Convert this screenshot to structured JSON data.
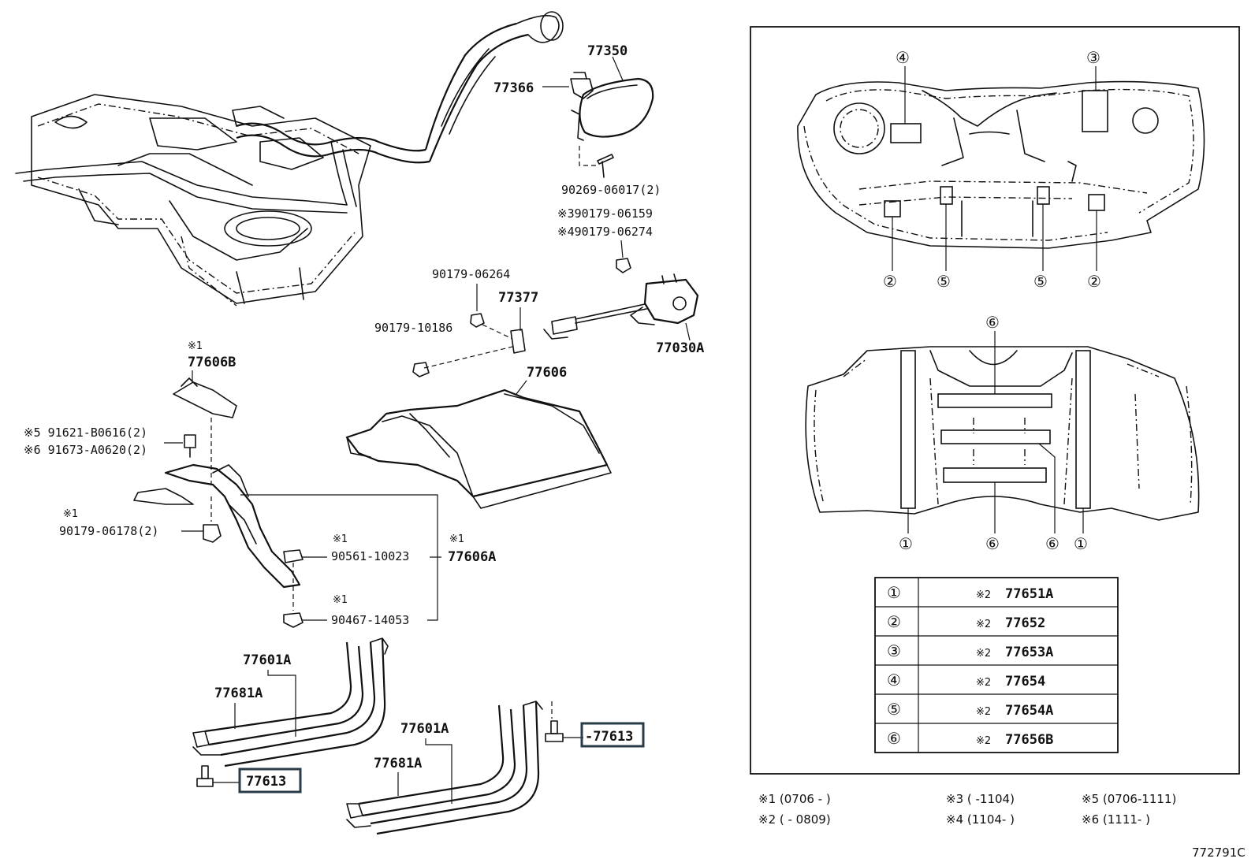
{
  "diagram_id": "772791C",
  "callouts": {
    "c77350": "77350",
    "c77366": "77366",
    "c90269": "90269-06017(2)",
    "c90179_06159": "※390179-06159",
    "c90179_06274": "※490179-06274",
    "c90179_06264": "90179-06264",
    "c77377": "77377",
    "c90179_10186": "90179-10186",
    "c77030A": "77030A",
    "c77606B_mark": "※1",
    "c77606B": "77606B",
    "c77606": "77606",
    "c91621": "※5 91621-B0616(2)",
    "c91673": "※6 91673-A0620(2)",
    "c90179_06178_mark": "※1",
    "c90179_06178": "90179-06178(2)",
    "c90561_mark": "※1",
    "c90561": "90561-10023",
    "c77606A_mark": "※1",
    "c77606A": "77606A",
    "c90467_mark": "※1",
    "c90467": "90467-14053",
    "c77601A_1": "77601A",
    "c77681A_1": "77681A",
    "c77601A_2": "77601A",
    "c77681A_2": "77681A",
    "c77613_1": "77613",
    "c77613_2": "-77613"
  },
  "inset": {
    "top_labels": [
      "④",
      "③",
      "②",
      "⑤",
      "⑤",
      "②"
    ],
    "bottom_labels": [
      "⑥",
      "①",
      "⑥",
      "⑥",
      "①"
    ]
  },
  "table": [
    {
      "num": "①",
      "mark": "※2",
      "part": "77651A"
    },
    {
      "num": "②",
      "mark": "※2",
      "part": "77652"
    },
    {
      "num": "③",
      "mark": "※2",
      "part": "77653A"
    },
    {
      "num": "④",
      "mark": "※2",
      "part": "77654"
    },
    {
      "num": "⑤",
      "mark": "※2",
      "part": "77654A"
    },
    {
      "num": "⑥",
      "mark": "※2",
      "part": "77656B"
    }
  ],
  "notes": {
    "n1": "※1 (0706 -      )",
    "n2": "※2 (       - 0809)",
    "n3": "※3 (    -1104)",
    "n4": "※4 (1104-    )",
    "n5": "※5 (0706-1111)",
    "n6": "※6 (1111-    )"
  }
}
